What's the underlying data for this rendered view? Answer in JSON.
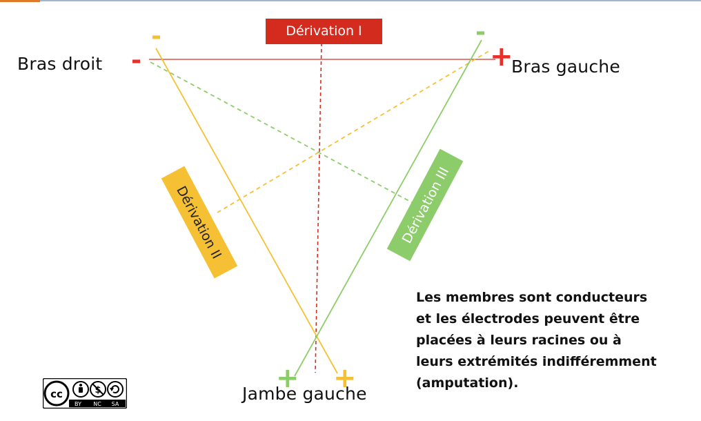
{
  "limbs": {
    "right_arm": "Bras droit",
    "left_arm": "Bras gauche",
    "left_leg": "Jambe gauche"
  },
  "leads": {
    "lead_1": "Dérivation I",
    "lead_2": "Dérivation II",
    "lead_3": "Dérivation III"
  },
  "signs": {
    "minus": "-",
    "plus": "+"
  },
  "note": {
    "lines": [
      "Les membres sont conducteurs",
      "et les électrodes peuvent être",
      "placées à leurs racines ou à",
      "leurs extrémités indifféremment",
      "(amputation)."
    ]
  },
  "license": {
    "parts": [
      "BY",
      "NC",
      "SA"
    ]
  },
  "colors": {
    "lead_1": "#d42b1f",
    "lead_2": "#f5c033",
    "lead_3": "#8dcc6a",
    "minus_red": "#e8302a",
    "plus_red": "#e8302a"
  },
  "icons": [
    "creative-commons-icon",
    "attribution-icon",
    "non-commercial-icon",
    "share-alike-icon"
  ]
}
